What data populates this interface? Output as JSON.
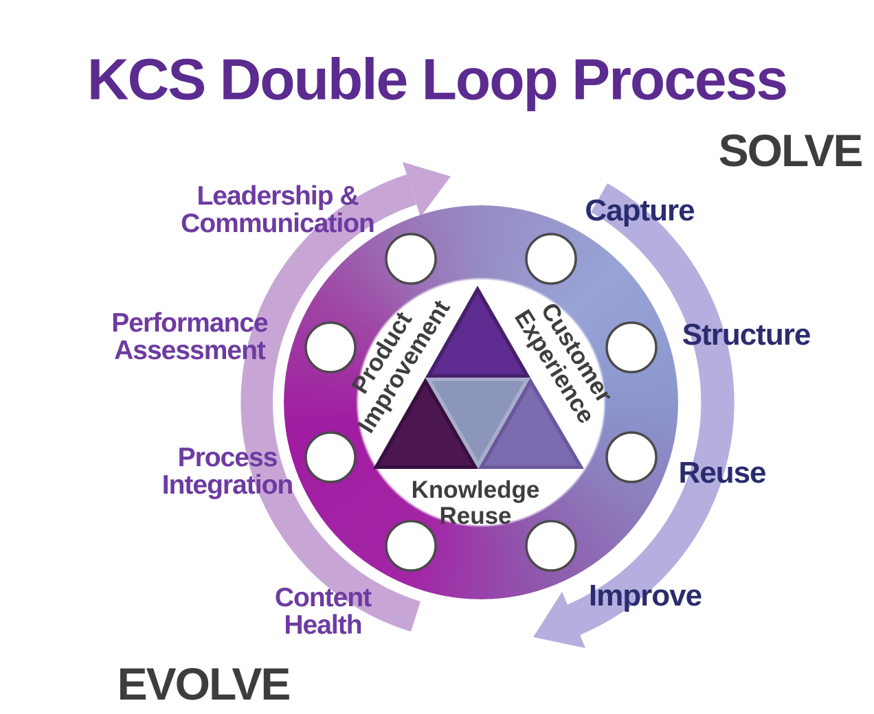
{
  "title": "KCS Double Loop Process",
  "solve": {
    "label": "SOLVE",
    "steps": {
      "capture": "Capture",
      "structure": "Structure",
      "reuse": "Reuse",
      "improve": "Improve"
    }
  },
  "evolve": {
    "label": "EVOLVE",
    "practices": {
      "leadership": {
        "line1": "Leadership &",
        "line2": "Communication"
      },
      "performance": {
        "line1": "Performance",
        "line2": "Assessment"
      },
      "process": {
        "line1": "Process",
        "line2": "Integration"
      },
      "content": {
        "line1": "Content",
        "line2": "Health"
      }
    }
  },
  "triangle": {
    "product": {
      "line1": "Product",
      "line2": "Improvement"
    },
    "customer": {
      "line1": "Customer",
      "line2": "Experience"
    },
    "knowledge": {
      "line1": "Knowledge",
      "line2": "Reuse"
    }
  },
  "colors": {
    "title_text": "#5b2b90",
    "phase_text": "#3d3d3d",
    "step_text": "#2a2c6e",
    "practice_text": "#6d3ba1",
    "triangle_text": "#3e3e3e",
    "ring_magenta": "#a01ca1",
    "ring_periwinkle": "#8b96ce",
    "outer_arc_left": "#c7a6d6",
    "outer_arc_right": "#b5afdf",
    "node_fill": "#ffffff",
    "node_stroke": "#4a4a4a",
    "triangle_top_face": "#5e2b90",
    "triangle_center_face": "#8c96bb",
    "triangle_left_face": "#4c1751",
    "triangle_right_face": "#7d6bb0"
  }
}
